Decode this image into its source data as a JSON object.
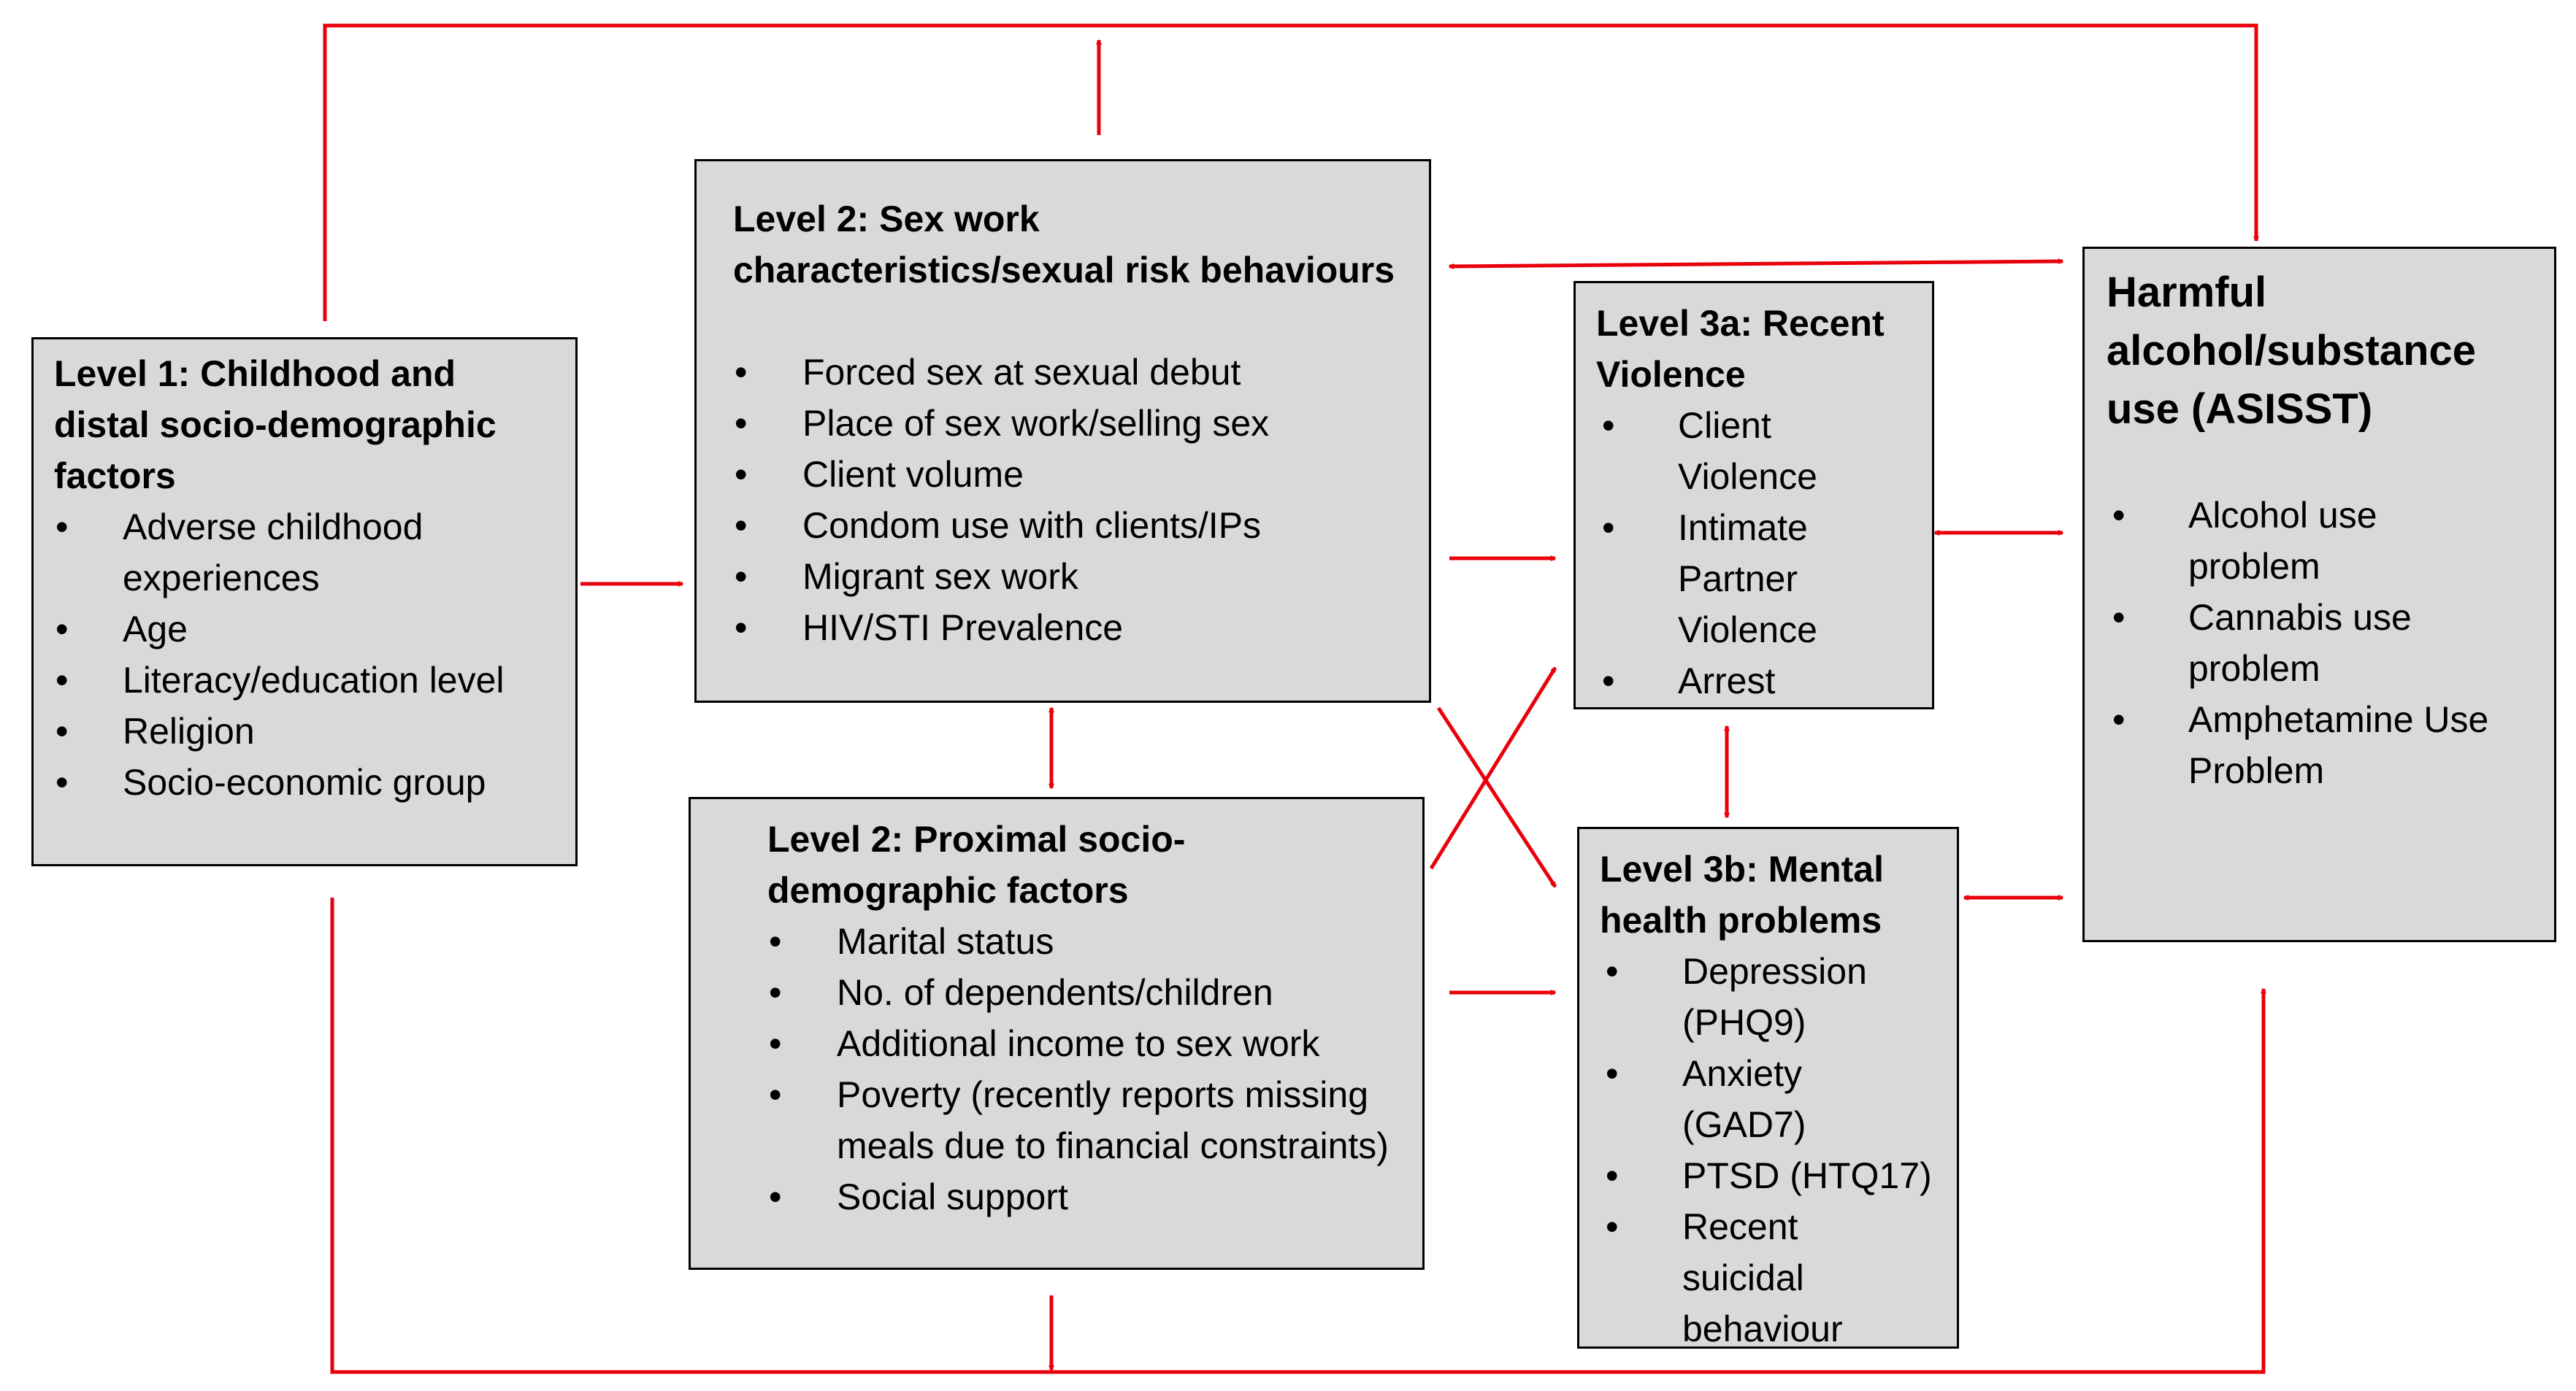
{
  "colors": {
    "arrow": "#e8000b",
    "box_fill": "#d9d9d9",
    "box_border": "#000000"
  },
  "boxes": {
    "level1": {
      "title": "Level 1: Childhood and distal socio-demographic factors",
      "items": [
        "Adverse childhood experiences",
        "Age",
        "Literacy/education level",
        "Religion",
        "Socio-economic group"
      ]
    },
    "level2_sex_work": {
      "title": "Level 2:  Sex work characteristics/sexual risk behaviours",
      "items": [
        "Forced sex at sexual debut",
        "Place of sex work/selling sex",
        "Client volume",
        "Condom use with clients/IPs",
        "Migrant sex work",
        "HIV/STI Prevalence"
      ]
    },
    "level2_proximal": {
      "title": "Level 2: Proximal socio-demographic factors",
      "items": [
        "Marital status",
        "No. of dependents/children",
        "Additional income to sex work",
        "Poverty (recently reports missing meals due to financial constraints)",
        "Social support"
      ]
    },
    "level3a": {
      "title": "Level 3a: Recent Violence",
      "items": [
        "Client Violence",
        "Intimate Partner Violence",
        "Arrest"
      ]
    },
    "level3b": {
      "title": "Level 3b: Mental health problems",
      "items": [
        "Depression (PHQ9)",
        "Anxiety (GAD7)",
        "PTSD (HTQ17)",
        "Recent suicidal behaviour"
      ]
    },
    "outcome": {
      "title": "Harmful alcohol/substance use (ASISST)",
      "items": [
        "Alcohol use problem",
        "Cannabis use problem",
        "Amphetamine Use Problem"
      ]
    }
  }
}
